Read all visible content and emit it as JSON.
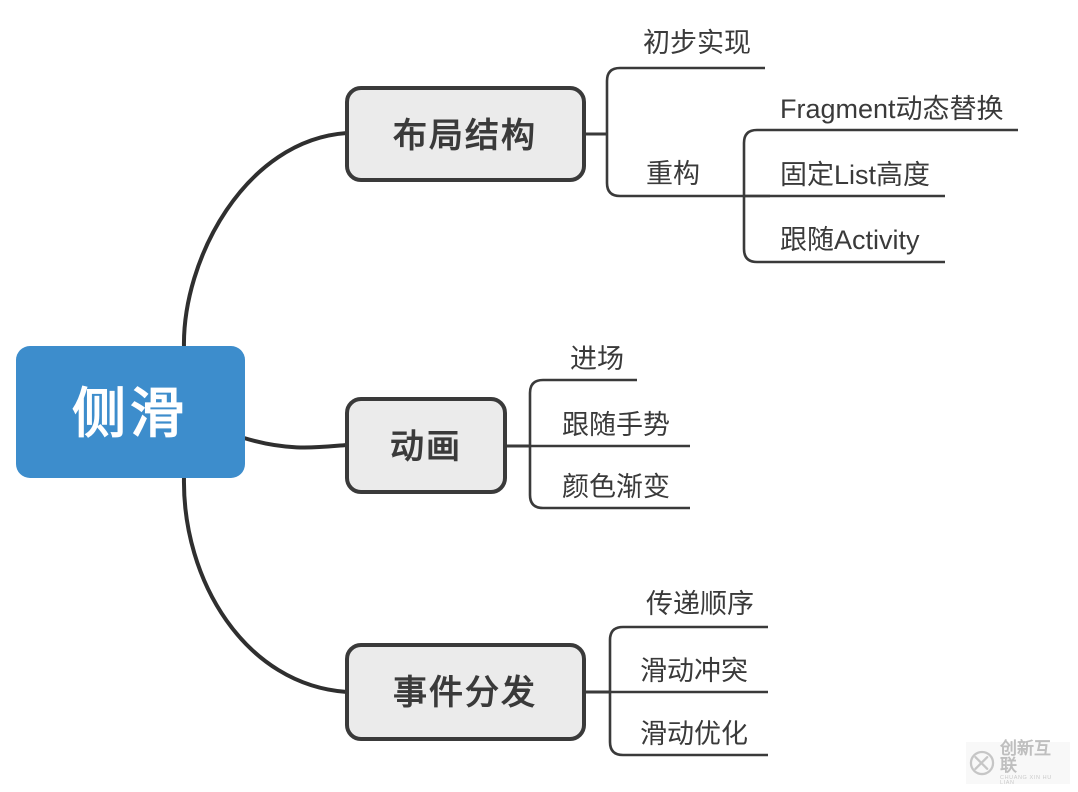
{
  "diagram": {
    "type": "mindmap",
    "title": "侧滑",
    "orientation": "left-to-right",
    "background_color": "#ffffff",
    "root": {
      "label": "侧滑",
      "fill_color": "#3d8dcc",
      "text_color": "#ffffff"
    },
    "branch_style": {
      "fill_color": "#ebebeb",
      "border_color": "#3a3a3a",
      "text_color": "#3a3a3a"
    },
    "branches": [
      {
        "label": "布局结构",
        "children": [
          {
            "label": "初步实现",
            "children": []
          },
          {
            "label": "重构",
            "children": [
              {
                "label": "Fragment动态替换"
              },
              {
                "label": "固定List高度"
              },
              {
                "label": "跟随Activity"
              }
            ]
          }
        ]
      },
      {
        "label": "动画",
        "children": [
          {
            "label": "进场",
            "children": []
          },
          {
            "label": "跟随手势",
            "children": []
          },
          {
            "label": "颜色渐变",
            "children": []
          }
        ]
      },
      {
        "label": "事件分发",
        "children": [
          {
            "label": "传递顺序",
            "children": []
          },
          {
            "label": "滑动冲突",
            "children": []
          },
          {
            "label": "滑动优化",
            "children": []
          }
        ]
      }
    ]
  },
  "labels": {
    "root": "侧滑",
    "b1": "布局结构",
    "b1_c1": "初步实现",
    "b1_c2": "重构",
    "b1_c2_g1": "Fragment动态替换",
    "b1_c2_g2": "固定List高度",
    "b1_c2_g3": "跟随Activity",
    "b2": "动画",
    "b2_c1": "进场",
    "b2_c2": "跟随手势",
    "b2_c3": "颜色渐变",
    "b3": "事件分发",
    "b3_c1": "传递顺序",
    "b3_c2": "滑动冲突",
    "b3_c3": "滑动优化"
  },
  "watermark": {
    "cn": "创新互联",
    "en": "CHUANG XIN HU LIAN",
    "logo_icon": "circle-x-logo-icon"
  }
}
